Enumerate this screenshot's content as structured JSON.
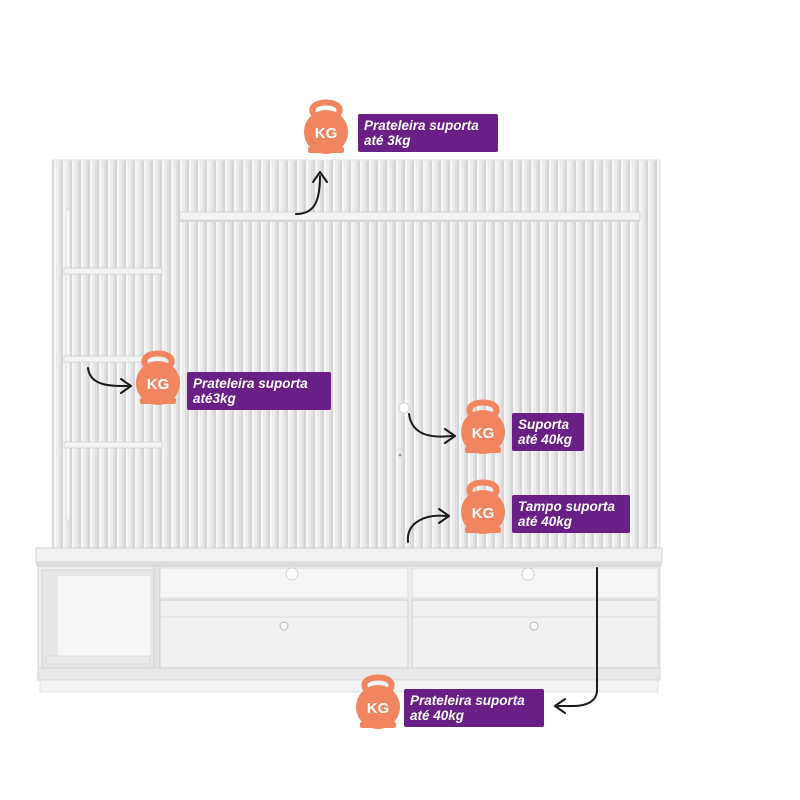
{
  "badge_text": "KG",
  "colors": {
    "badge": "#f0855f",
    "label_bg": "#6a1f86",
    "label_text": "#ffffff",
    "furniture": "#ebebeb",
    "furniture_shadow": "#d6d6d6",
    "arrow": "#1a1a1a"
  },
  "icons": {
    "weight": "kettlebell-icon",
    "arrow": "curved-arrow-icon"
  },
  "callouts": [
    {
      "id": "top-shelf",
      "line1": "Prateleira suporta",
      "line2": "até 3kg"
    },
    {
      "id": "side-shelf",
      "line1": "Prateleira suporta",
      "line2": "até3kg"
    },
    {
      "id": "panel",
      "line1": "Suporta",
      "line2": "até 40kg"
    },
    {
      "id": "top-surface",
      "line1": "Tampo suporta",
      "line2": "até 40kg"
    },
    {
      "id": "lower-shelf",
      "line1": "Prateleira suporta",
      "line2": "até 40kg"
    }
  ]
}
